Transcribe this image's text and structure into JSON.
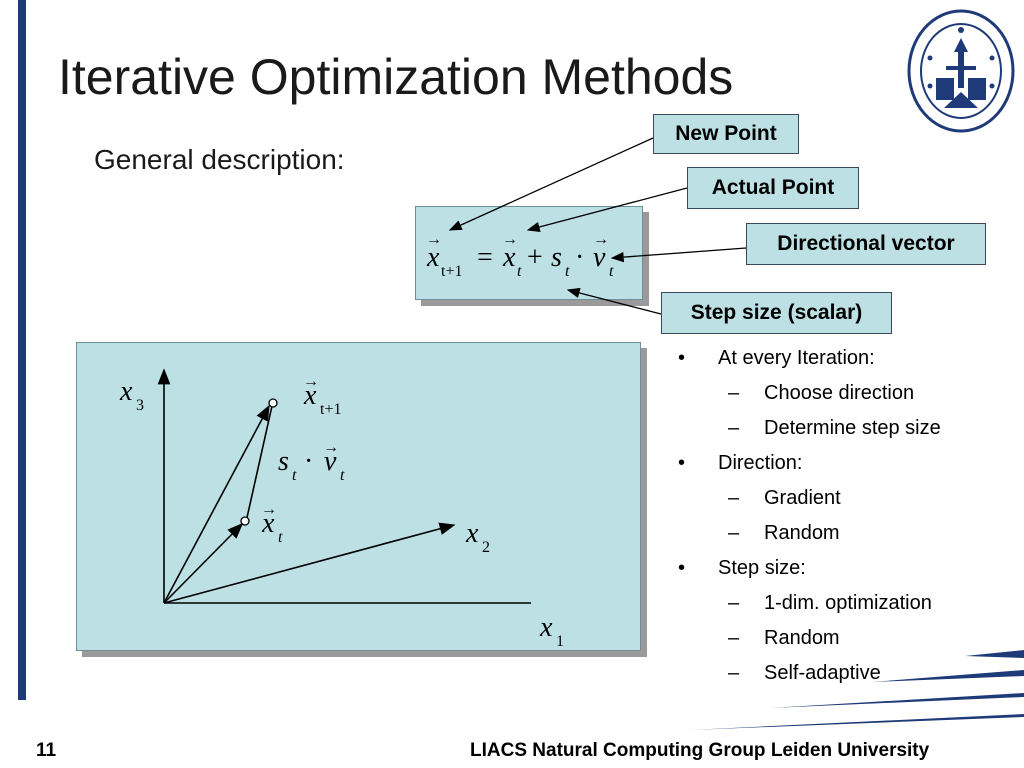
{
  "slide": {
    "title": "Iterative Optimization Methods",
    "subtitle": "General description:",
    "number": "11",
    "footer": "LIACS Natural Computing Group Leiden University"
  },
  "callouts": {
    "new_point": "New Point",
    "actual_point": "Actual Point",
    "directional_vector": "Directional vector",
    "step_size": "Step size (scalar)"
  },
  "equation": {
    "x": "x",
    "t1": "t+1",
    "eq": "=",
    "t": "t",
    "plus": "+",
    "s": "s",
    "dot": "·",
    "v": "v",
    "arrow": "→"
  },
  "diagram": {
    "x3": "x",
    "x3_sub": "3",
    "x2": "x",
    "x2_sub": "2",
    "x1": "x",
    "x1_sub": "1",
    "xt1": "x",
    "xt1_sub": "t+1",
    "xt": "x",
    "xt_sub": "t",
    "s": "s",
    "s_sub": "t",
    "dot": "·",
    "v": "v",
    "v_sub": "t"
  },
  "bullets": [
    {
      "marker": "•",
      "text": "At every Iteration:"
    },
    {
      "marker": "–",
      "text": "Choose direction"
    },
    {
      "marker": "–",
      "text": "Determine step size"
    },
    {
      "marker": "•",
      "text": "Direction:"
    },
    {
      "marker": "–",
      "text": "Gradient"
    },
    {
      "marker": "–",
      "text": "Random"
    },
    {
      "marker": "•",
      "text": "Step size:"
    },
    {
      "marker": "–",
      "text": "1-dim. optimization"
    },
    {
      "marker": "–",
      "text": "Random"
    },
    {
      "marker": "–",
      "text": "Self-adaptive"
    }
  ],
  "colors": {
    "accent": "#1f3a78",
    "box_fill": "#bde0e4",
    "shadow": "#9a9a9a"
  }
}
